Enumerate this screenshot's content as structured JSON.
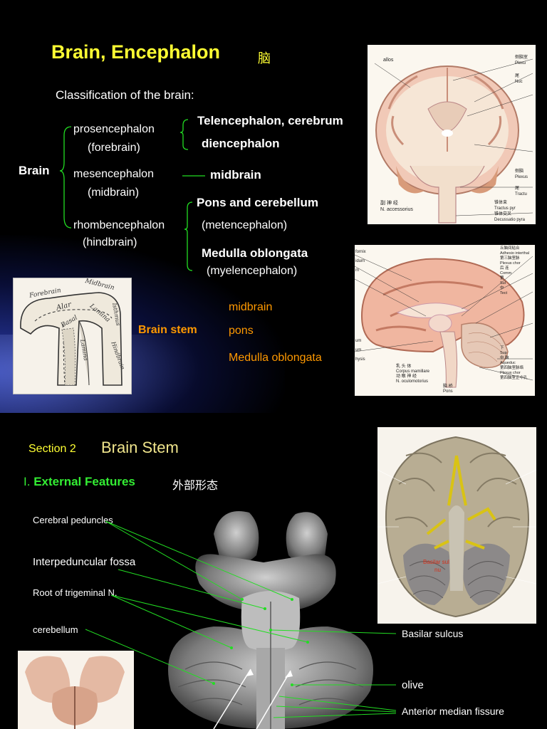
{
  "slide1": {
    "title": "Brain, Encephalon",
    "title_cjk": "脑",
    "subtitle": "Classification of the brain:",
    "root": "Brain",
    "divisions": [
      {
        "name": "prosencephalon",
        "alt": "(forebrain)",
        "parts": [
          "Telencephalon, cerebrum",
          "diencephalon"
        ]
      },
      {
        "name": "mesencephalon",
        "alt": "(midbrain)",
        "parts": [
          "midbrain"
        ]
      },
      {
        "name": "rhombencephalon",
        "alt": "(hindbrain)",
        "parts": [
          "Pons and cerebellum",
          "(metencephalon)",
          "Medulla oblongata",
          "(myelencephalon)"
        ]
      }
    ],
    "brainstem": {
      "label": "Brain stem",
      "parts": [
        "midbrain",
        "pons",
        "Medulla oblongata"
      ]
    },
    "sketch_labels": [
      "Forebrain",
      "Midbrain",
      "Alar",
      "Basal",
      "Lamina",
      "Isthmus",
      "Hindbrain",
      "Lamina"
    ],
    "coronal_labels_left": [
      "allos"
    ],
    "coronal_labels_right": [
      "侧脑室",
      "Plexu",
      "尾",
      "Nuc",
      "侧脑",
      "Plexus",
      "尾",
      "Tractu",
      "锥体束",
      "Tractus pyr",
      "锥体交叉",
      "Decussatio pyra"
    ],
    "coronal_bottom_labels": [
      "副 神 经",
      "N. accessorius"
    ],
    "sagittal_labels_left": [
      "fornix",
      "idum",
      "m",
      "um",
      "um",
      "hysis"
    ],
    "sagittal_labels_right": [
      "丘脑间粘合",
      "Adhesio interthal",
      "第三脑室脉",
      "Plexus chor",
      "后 连",
      "Comm",
      "第",
      "Sul",
      "中",
      "Tect",
      "下",
      "Sup",
      "中 脑",
      "Aqueduc",
      "第四脑室脉络",
      "Plexus chor",
      "第四脑室正中孔"
    ],
    "sagittal_bottom_labels": [
      "乳 头 体",
      "Corpus mamillare",
      "动 眼 神 经",
      "N. oculomotorius",
      "脑 桥",
      "Pons"
    ]
  },
  "slide2": {
    "section_label": "Section 2",
    "section_title": "Brain Stem",
    "heading_roman": "I.",
    "heading": "External Features",
    "heading_cjk": "外部形态",
    "left_labels": [
      "Cerebral peduncles",
      "Interpeduncular fossa",
      "Root of trigeminal N.",
      "cerebellum"
    ],
    "right_labels": [
      "Basilar sulcus",
      "olive",
      "Anterior median fissure"
    ],
    "basal_red_label_1": "Basilar sul",
    "basal_red_label_2": "nu"
  },
  "colors": {
    "title": "#ffff33",
    "brainstem": "#ff9900",
    "green_lines": "#22dd22"
  }
}
